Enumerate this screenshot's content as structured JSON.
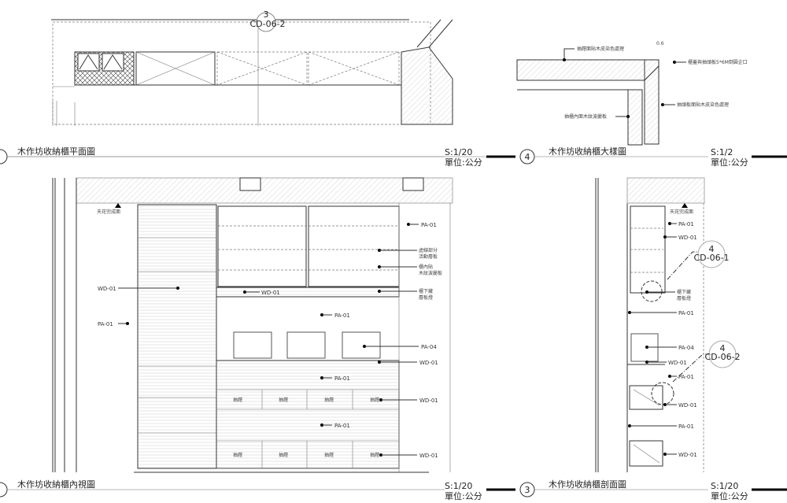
{
  "titles": {
    "plan": {
      "num": "",
      "name": "木作坊收納櫃平面圖",
      "scale": "S:1/20",
      "unit": "單位:公分"
    },
    "detail": {
      "num": "4",
      "name": "木作坊收納櫃大樣圖",
      "scale": "S:1/2",
      "unit": "單位:公分"
    },
    "elevation": {
      "num": "",
      "name": "木作坊收納櫃內視圖",
      "scale": "S:1/20",
      "unit": "單位:公分"
    },
    "section": {
      "num": "3",
      "name": "木作坊收納櫃剖面圖",
      "scale": "S:1/20",
      "unit": "單位:公分"
    }
  },
  "plan_callout": {
    "num": "3",
    "ref": "CD-06-2"
  },
  "detail_notes": {
    "n1": "抽屜面貼木皮染色處理",
    "dim": "0.6",
    "n2": "櫃蓋與抽頭板5*6M倒圓企口",
    "n3": "抽頭板面貼木皮染色處理",
    "n4": "抽櫃內面木紋波麗板"
  },
  "elevation_notes": {
    "ceiling": "天花完成面",
    "wd01": "WD-01",
    "pa01": "PA-01",
    "pa04": "PA-04",
    "dash1": "虛線部分",
    "dash2": "活動層板",
    "in1": "櫃內貼",
    "in2": "木紋波麗板",
    "light1": "櫃下藏",
    "light2": "層板燈",
    "drawer": "抽屜"
  },
  "section_callouts": [
    {
      "num": "4",
      "ref": "CD-06-1"
    },
    {
      "num": "4",
      "ref": "CD-06-2"
    }
  ]
}
